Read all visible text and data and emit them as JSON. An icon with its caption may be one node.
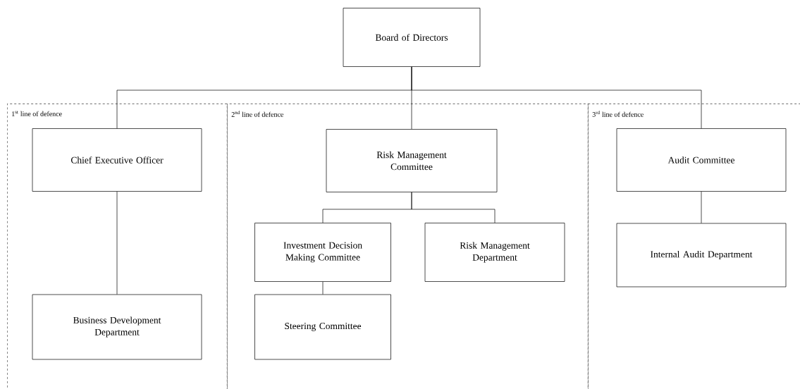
{
  "diagram": {
    "nodes": [
      {
        "text": [
          "Board of Directors"
        ]
      },
      {
        "text": [
          "1$^{st}$ line of defence"
        ]
      },
      {
        "text": [
          "Chief Executive Officer"
        ],
        "in": 1
      },
      {
        "text": [
          "Business Development Department"
        ],
        "in": 1
      },
      {
        "text": [
          "2$^{nd}$ line of defence"
        ]
      },
      {
        "text": [
          "Risk Management Committee"
        ],
        "in": 4
      },
      {
        "text": [
          "Investment Decision Making Committee"
        ],
        "in": 4
      },
      {
        "text": [
          "Risk Management Department"
        ],
        "in": 4
      },
      {
        "text": [
          "Steering Committee"
        ],
        "in": 4
      },
      {
        "text": [
          "3$^{rd}$ line of defence"
        ]
      },
      {
        "text": [
          "Audit Committee"
        ],
        "in": 9
      },
      {
        "text": [
          "Internal Audit Department"
        ],
        "in": 9
      }
    ],
    "edges": [
      {
        "from": 0,
        "to": 2,
        "arrow": "none"
      },
      {
        "from": 0,
        "to": 5,
        "arrow": "none"
      },
      {
        "from": 0,
        "to": 10,
        "arrow": "none"
      },
      {
        "from": 2,
        "to": 3,
        "arrow": "none"
      },
      {
        "from": 5,
        "to": 6,
        "arrow": "none"
      },
      {
        "from": 5,
        "to": 7,
        "arrow": "none"
      },
      {
        "from": 6,
        "to": 8,
        "arrow": "none"
      },
      {
        "from": 10,
        "to": 11,
        "arrow": "none"
      }
    ]
  }
}
